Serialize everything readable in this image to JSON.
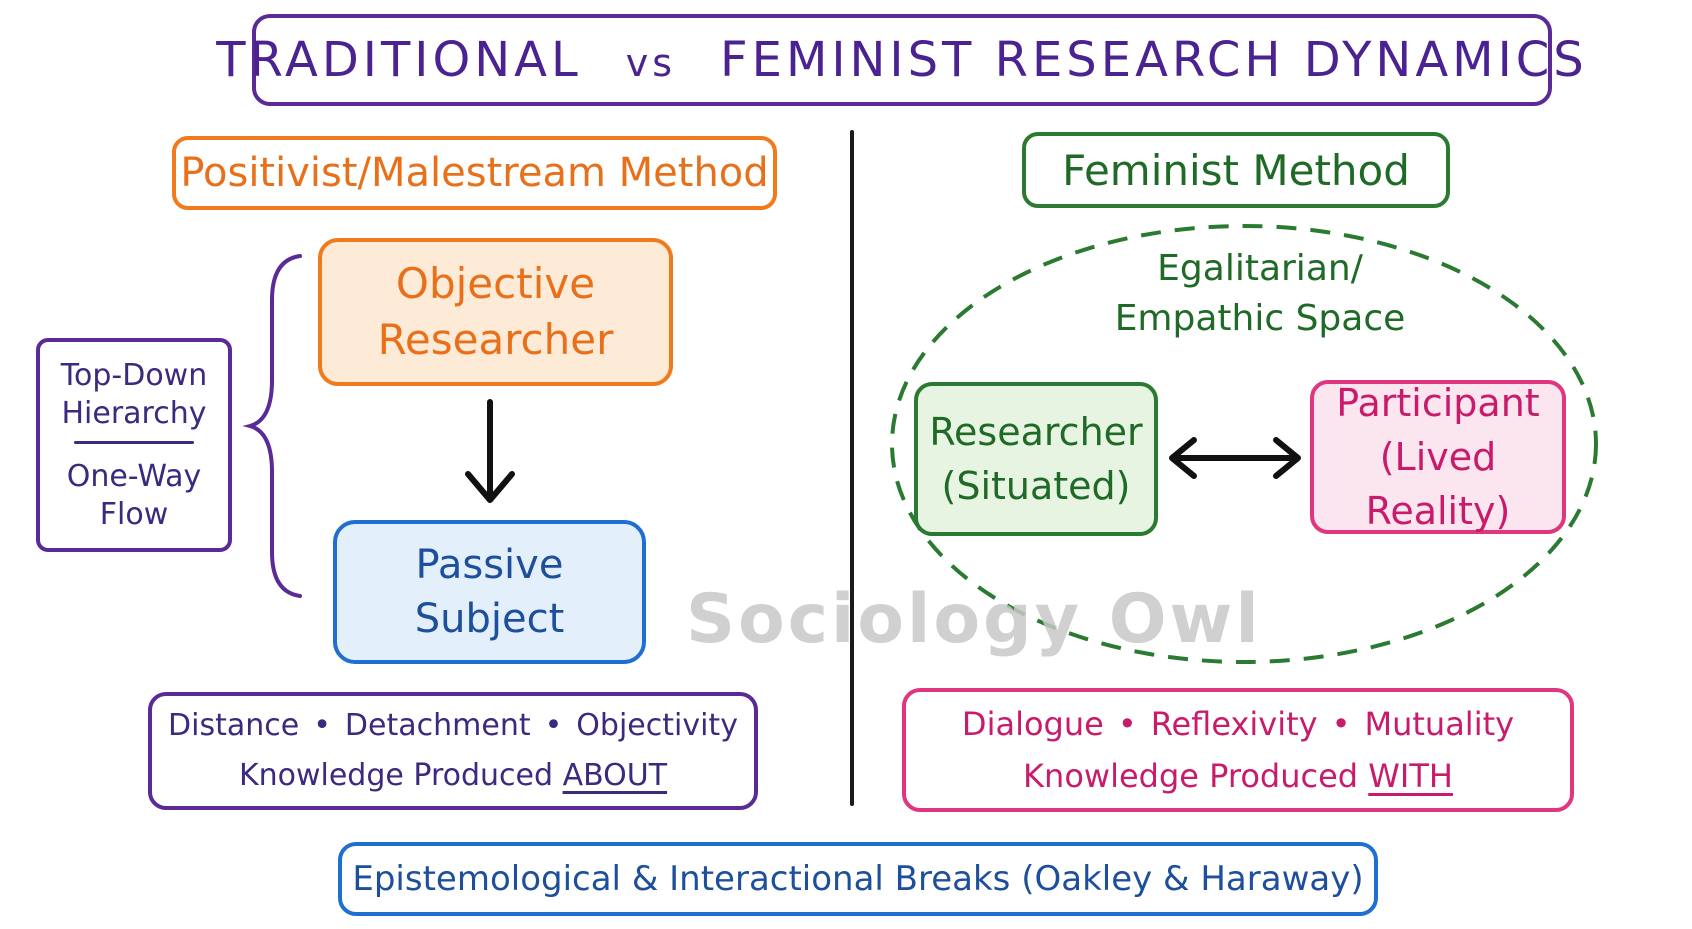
{
  "title": {
    "left": "TRADITIONAL",
    "vs": "vs",
    "right": "FEMINIST RESEARCH DYNAMICS"
  },
  "positivist": {
    "header": "Positivist/Malestream Method",
    "researcher_line1": "Objective",
    "researcher_line2": "Researcher",
    "subject_line1": "Passive",
    "subject_line2": "Subject",
    "hierarchy_line1": "Top-Down",
    "hierarchy_line2": "Hierarchy",
    "flow_line1": "One-Way",
    "flow_line2": "Flow",
    "summary_terms": [
      "Distance",
      "Detachment",
      "Objectivity"
    ],
    "summary_separator": "•",
    "summary_prefix": "Knowledge Produced",
    "summary_emph": "ABOUT"
  },
  "feminist": {
    "header": "Feminist Method",
    "space_line1": "Egalitarian/",
    "space_line2": "Empathic Space",
    "researcher_line1": "Researcher",
    "researcher_line2": "(Situated)",
    "participant_line1": "Participant",
    "participant_line2": "(Lived Reality)",
    "summary_terms": [
      "Dialogue",
      "Reflexivity",
      "Mutuality"
    ],
    "summary_separator": "•",
    "summary_prefix": "Knowledge Produced",
    "summary_emph": "WITH"
  },
  "footer": "Epistemological & Interactional Breaks (Oakley & Haraway)",
  "watermark": "Sociology Owl",
  "colors": {
    "purple": "#5b2a96",
    "orange": "#f07a1c",
    "green": "#2b7a31",
    "pink": "#e0357f",
    "blue": "#1f6fd0"
  }
}
